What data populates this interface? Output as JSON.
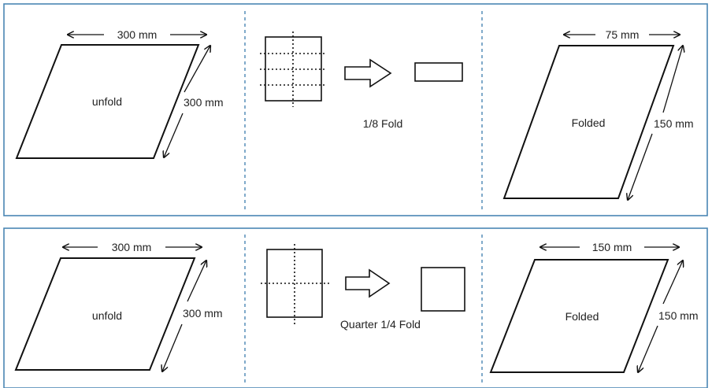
{
  "panels": [
    {
      "unfold": {
        "label": "unfold",
        "width": "300 mm",
        "height": "300 mm"
      },
      "fold": {
        "label": "1/8 Fold"
      },
      "folded": {
        "label": "Folded",
        "width": "75 mm",
        "height": "150 mm"
      }
    },
    {
      "unfold": {
        "label": "unfold",
        "width": "300 mm",
        "height": "300 mm"
      },
      "fold": {
        "label": "Quarter 1/4 Fold"
      },
      "folded": {
        "label": "Folded",
        "width": "150 mm",
        "height": "150 mm"
      }
    }
  ],
  "colors": {
    "frame": "#4a86b4",
    "stroke": "#111111"
  }
}
